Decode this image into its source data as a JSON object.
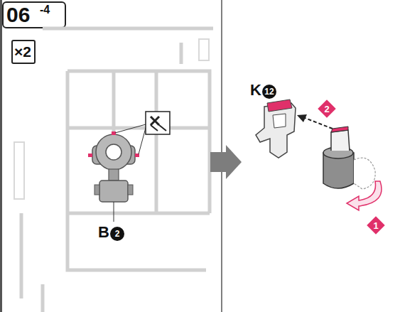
{
  "diagram": {
    "labels": [
      "06",
      "-4",
      "×2",
      "K",
      "12",
      "B",
      "2",
      "2",
      "1"
    ]
  }
}
